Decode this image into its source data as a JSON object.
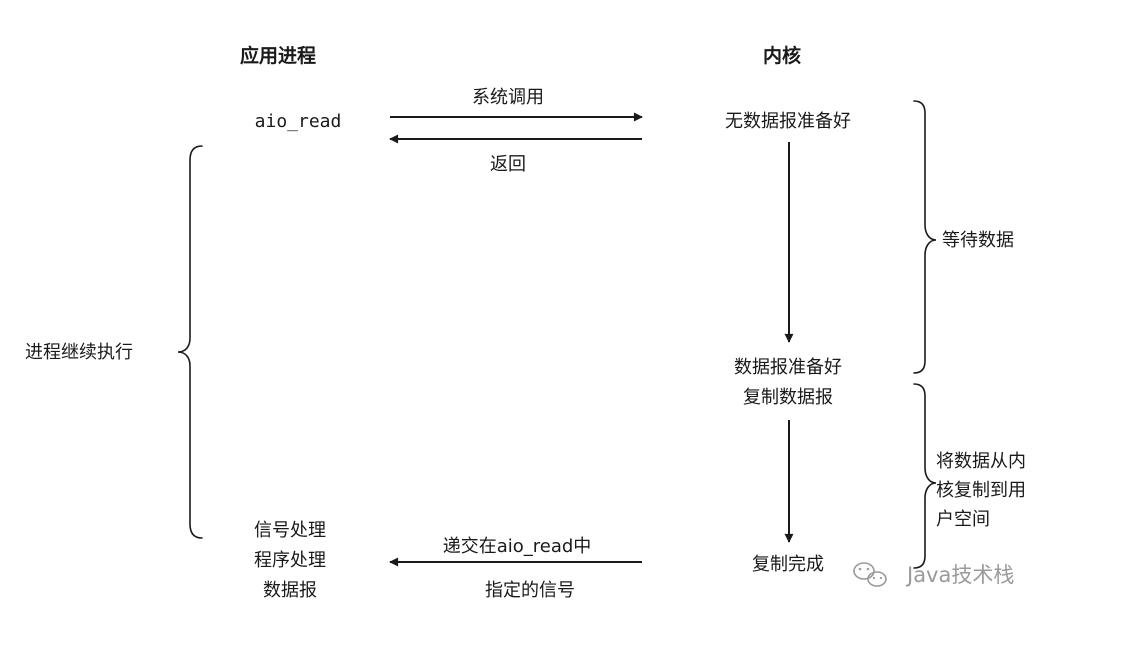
{
  "headers": {
    "application": "应用进程",
    "kernel": "内核"
  },
  "application": {
    "call": "aio_read",
    "continue": "进程继续执行",
    "signal_handler": [
      "信号处理",
      "程序处理",
      "数据报"
    ]
  },
  "arrows": {
    "syscall": "系统调用",
    "return": "返回",
    "deliver": [
      "递交在aio_read中",
      "指定的信号"
    ]
  },
  "kernel": {
    "no_data": "无数据报准备好",
    "data_ready": [
      "数据报准备好",
      "复制数据报"
    ],
    "copy_done": "复制完成"
  },
  "phases": {
    "wait": "等待数据",
    "copy": [
      "将数据从内",
      "核复制到用",
      "户空间"
    ]
  },
  "watermark": {
    "text": "Java技术栈",
    "icon": "wechat-icon"
  }
}
